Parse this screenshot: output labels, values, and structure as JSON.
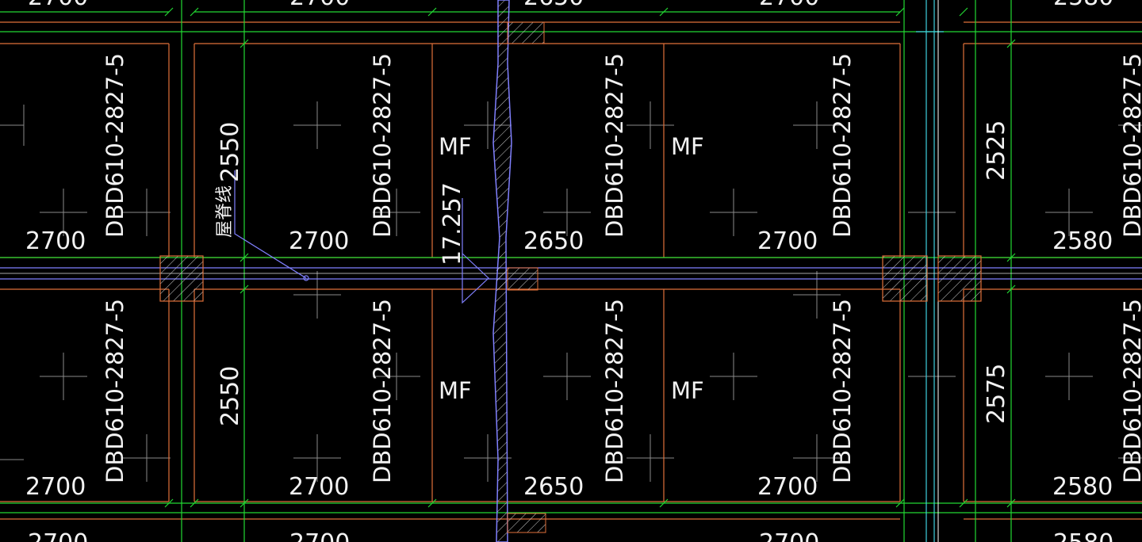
{
  "colors": {
    "background": "#000000",
    "slab_edge": "#e0703a",
    "grid_green": "#22d833",
    "wall_blue": "#8080ff",
    "cyan": "#3fd0e0",
    "text": "#f2f2f2",
    "cross_gray": "#8a8a8a"
  },
  "labels": {
    "panel_code": "DBD610-2827-5",
    "mf": "MF",
    "ridge_line": "屋脊线",
    "elevation": "17.257",
    "dim_2700": "2700",
    "dim_2650": "2650",
    "dim_2580": "2580",
    "dim_2550": "2550",
    "dim_2525": "2525",
    "dim_2575": "2575"
  }
}
